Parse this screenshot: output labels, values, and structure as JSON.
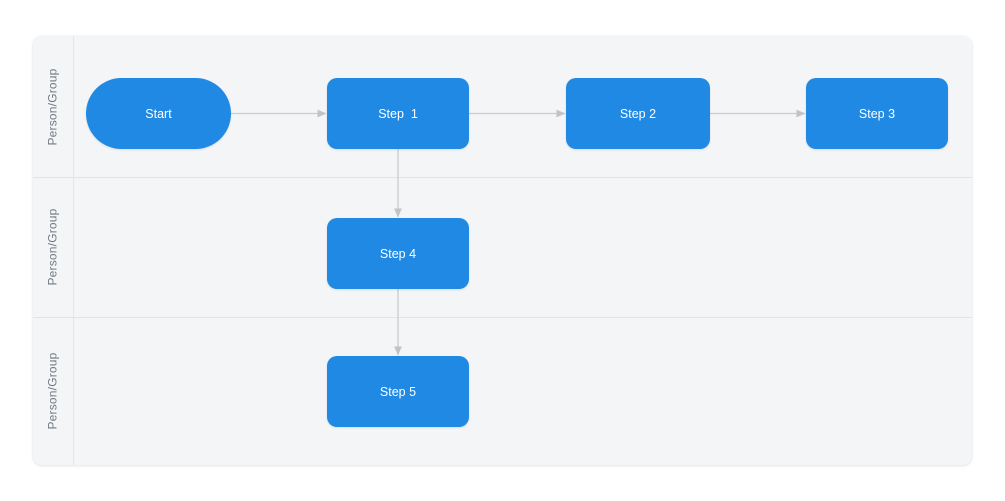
{
  "diagram": {
    "type": "swimlane-flowchart",
    "colors": {
      "node_fill": "#2089e4",
      "node_text": "#ffffff",
      "lane_background": "#f3f5f7",
      "lane_divider": "#e1e4e7",
      "label_text": "#737a82",
      "connector": "#c9cdd1",
      "page_background": "#ffffff"
    },
    "lanes": [
      {
        "id": "lane-1",
        "label": "Person/Group"
      },
      {
        "id": "lane-2",
        "label": "Person/Group"
      },
      {
        "id": "lane-3",
        "label": "Person/Group"
      }
    ],
    "nodes": [
      {
        "id": "start",
        "label": "Start",
        "shape": "stadium",
        "lane": 1
      },
      {
        "id": "step-1",
        "label": "Step  1",
        "shape": "rect",
        "lane": 1
      },
      {
        "id": "step-2",
        "label": "Step 2",
        "shape": "rect",
        "lane": 1
      },
      {
        "id": "step-3",
        "label": "Step 3",
        "shape": "rect",
        "lane": 1
      },
      {
        "id": "step-4",
        "label": "Step 4",
        "shape": "rect",
        "lane": 2
      },
      {
        "id": "step-5",
        "label": "Step 5",
        "shape": "rect",
        "lane": 3
      }
    ],
    "edges": [
      {
        "from": "start",
        "to": "step-1",
        "direction": "horizontal"
      },
      {
        "from": "step-1",
        "to": "step-2",
        "direction": "horizontal"
      },
      {
        "from": "step-2",
        "to": "step-3",
        "direction": "horizontal"
      },
      {
        "from": "step-1",
        "to": "step-4",
        "direction": "vertical"
      },
      {
        "from": "step-4",
        "to": "step-5",
        "direction": "vertical"
      }
    ]
  }
}
